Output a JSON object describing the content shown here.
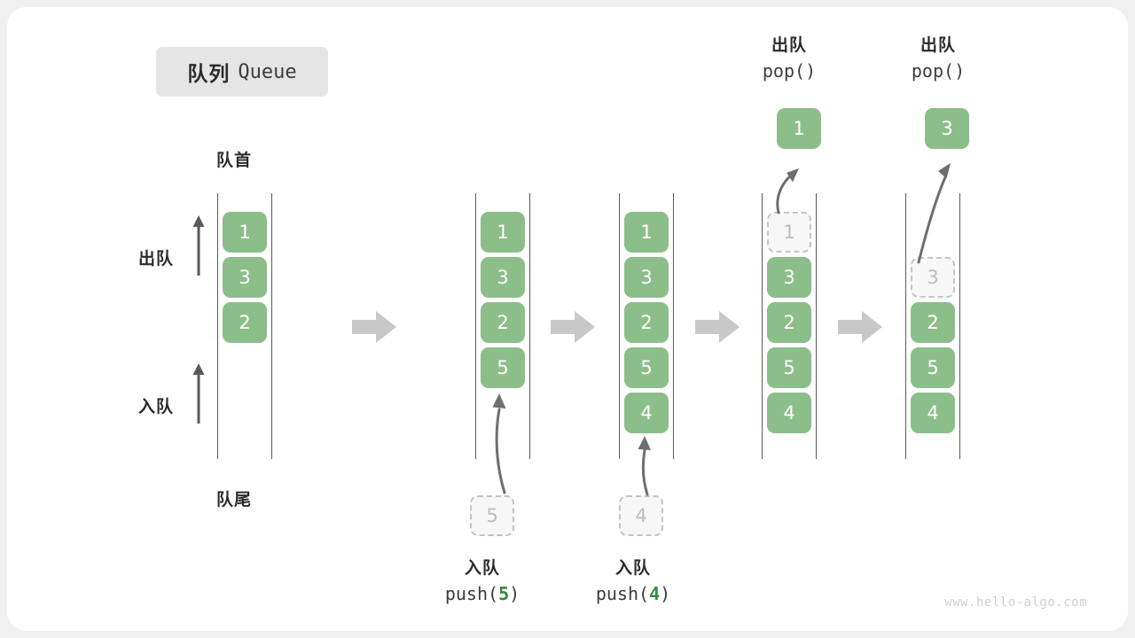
{
  "title": {
    "zh": "队列",
    "en": "Queue"
  },
  "labels": {
    "head": "队首",
    "tail": "队尾",
    "dequeue": "出队",
    "enqueue": "入队"
  },
  "colors": {
    "cell_fill": "#8cbe8a",
    "cell_text": "#ffffff",
    "ghost_fill": "#f7f7f7",
    "ghost_border": "#c4c4c4",
    "ghost_text": "#bdbdbd",
    "rail": "#5a5a5a",
    "step_arrow": "#c8c8c8",
    "text": "#2b2b2b",
    "code_arg": "#2e8b42",
    "chip_bg": "#e5e5e5",
    "card_bg": "#ffffff",
    "page_bg": "#f0f0f0",
    "watermark": "#cfcfcf"
  },
  "columns": [
    {
      "name": "initial",
      "cells": [
        {
          "value": "1",
          "ghost": false
        },
        {
          "value": "3",
          "ghost": false
        },
        {
          "value": "2",
          "ghost": false
        }
      ]
    },
    {
      "name": "after-push-5",
      "cells": [
        {
          "value": "1",
          "ghost": false
        },
        {
          "value": "3",
          "ghost": false
        },
        {
          "value": "2",
          "ghost": false
        },
        {
          "value": "5",
          "ghost": false
        }
      ]
    },
    {
      "name": "after-push-4",
      "cells": [
        {
          "value": "1",
          "ghost": false
        },
        {
          "value": "3",
          "ghost": false
        },
        {
          "value": "2",
          "ghost": false
        },
        {
          "value": "5",
          "ghost": false
        },
        {
          "value": "4",
          "ghost": false
        }
      ]
    },
    {
      "name": "after-pop-1",
      "cells": [
        {
          "value": "1",
          "ghost": true
        },
        {
          "value": "3",
          "ghost": false
        },
        {
          "value": "2",
          "ghost": false
        },
        {
          "value": "5",
          "ghost": false
        },
        {
          "value": "4",
          "ghost": false
        }
      ]
    },
    {
      "name": "after-pop-3",
      "cells": [
        {
          "value": "",
          "ghost": false,
          "blank": true
        },
        {
          "value": "3",
          "ghost": true
        },
        {
          "value": "2",
          "ghost": false
        },
        {
          "value": "5",
          "ghost": false
        },
        {
          "value": "4",
          "ghost": false
        }
      ]
    }
  ],
  "operations": {
    "push_5": {
      "zh": "入队",
      "fn": "push(",
      "arg": "5",
      "close": ")"
    },
    "push_4": {
      "zh": "入队",
      "fn": "push(",
      "arg": "4",
      "close": ")"
    },
    "pop_1": {
      "zh": "出队",
      "fn": "pop(",
      "arg": "",
      "close": ")"
    },
    "pop_2": {
      "zh": "出队",
      "fn": "pop(",
      "arg": "",
      "close": ")"
    }
  },
  "pending_push": [
    {
      "value": "5"
    },
    {
      "value": "4"
    }
  ],
  "popped": [
    {
      "value": "1"
    },
    {
      "value": "3"
    }
  ],
  "watermark": "www.hello-algo.com"
}
